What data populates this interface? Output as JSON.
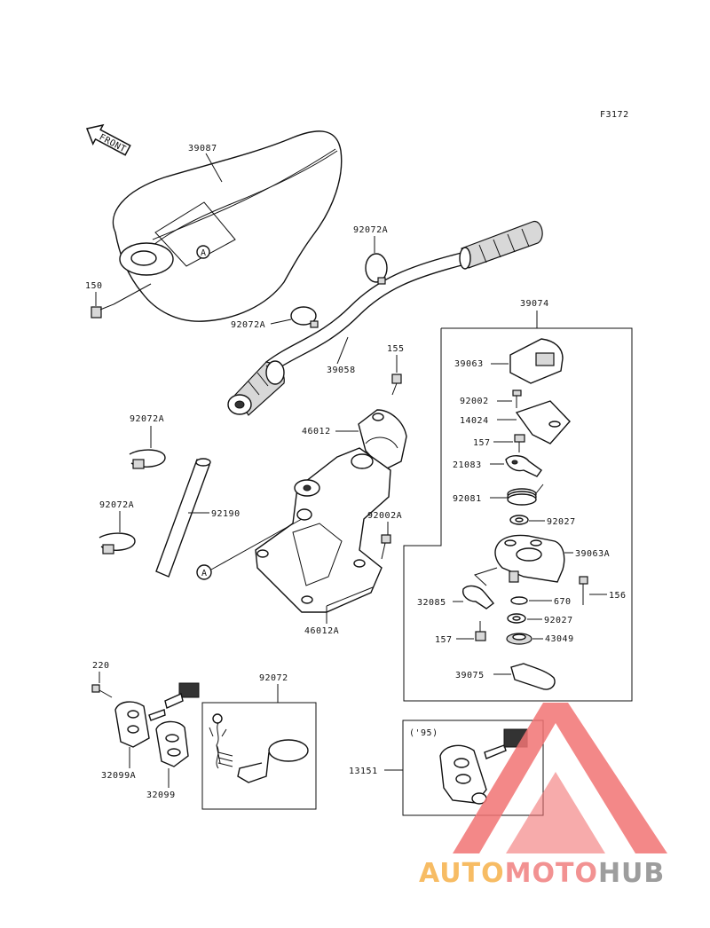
{
  "figure_code": "F3172",
  "front_label": "FRONT",
  "circle_ref": "A",
  "year_note": "('95)",
  "parts": [
    {
      "id": "39087",
      "label": "39087"
    },
    {
      "id": "150",
      "label": "150"
    },
    {
      "id": "92072A_a",
      "label": "92072A"
    },
    {
      "id": "92072A_b",
      "label": "92072A"
    },
    {
      "id": "39058",
      "label": "39058"
    },
    {
      "id": "155",
      "label": "155"
    },
    {
      "id": "46012",
      "label": "46012"
    },
    {
      "id": "92072A_c",
      "label": "92072A"
    },
    {
      "id": "92072A_d",
      "label": "92072A"
    },
    {
      "id": "92190",
      "label": "92190"
    },
    {
      "id": "92002A",
      "label": "92002A"
    },
    {
      "id": "46012A",
      "label": "46012A"
    },
    {
      "id": "39074",
      "label": "39074"
    },
    {
      "id": "39063",
      "label": "39063"
    },
    {
      "id": "92002",
      "label": "92002"
    },
    {
      "id": "14024",
      "label": "14024"
    },
    {
      "id": "157_a",
      "label": "157"
    },
    {
      "id": "21083",
      "label": "21083"
    },
    {
      "id": "92081",
      "label": "92081"
    },
    {
      "id": "92027_a",
      "label": "92027"
    },
    {
      "id": "39063A",
      "label": "39063A"
    },
    {
      "id": "156",
      "label": "156"
    },
    {
      "id": "32085",
      "label": "32085"
    },
    {
      "id": "670",
      "label": "670"
    },
    {
      "id": "92027_b",
      "label": "92027"
    },
    {
      "id": "157_b",
      "label": "157"
    },
    {
      "id": "43049",
      "label": "43049"
    },
    {
      "id": "39075",
      "label": "39075"
    },
    {
      "id": "220",
      "label": "220"
    },
    {
      "id": "92072",
      "label": "92072"
    },
    {
      "id": "32099A",
      "label": "32099A"
    },
    {
      "id": "32099",
      "label": "32099"
    },
    {
      "id": "13151",
      "label": "13151"
    }
  ],
  "watermark": {
    "word_a": "AUTO",
    "word_b": "MOTO",
    "word_c": "HUB",
    "color_a": "#f6b14a",
    "color_b": "#f08080",
    "color_c": "#8c8c8c",
    "triangle_color": "#f27474"
  }
}
